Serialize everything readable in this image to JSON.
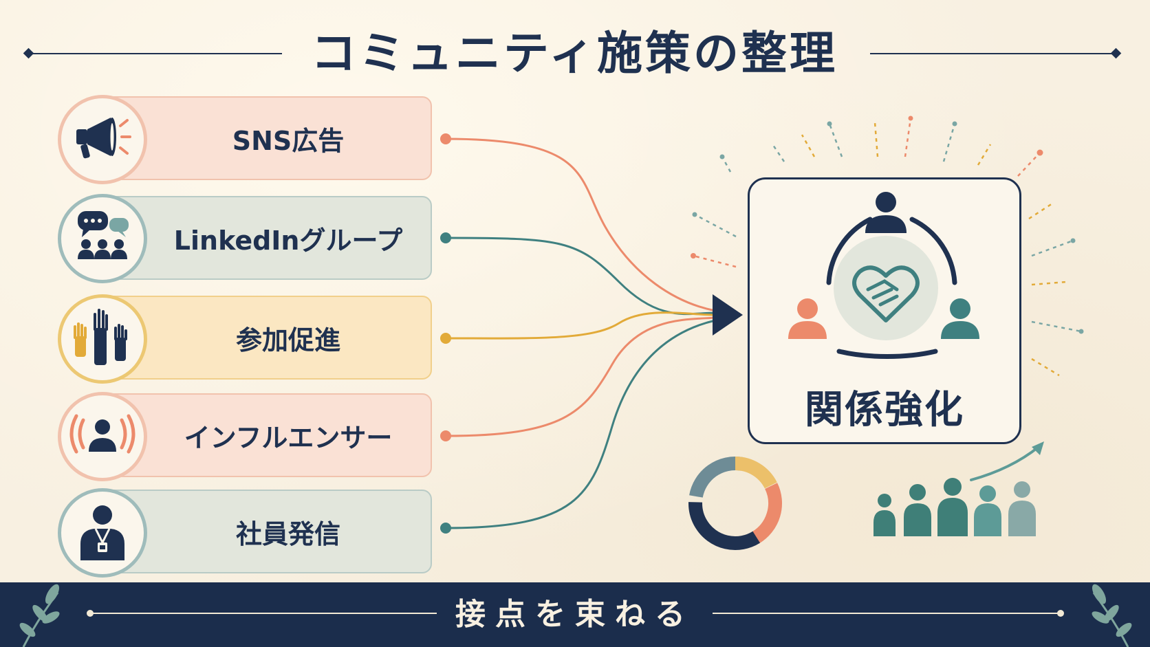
{
  "title": "コミュニティ施策の整理",
  "channels": [
    {
      "label": "SNS広告",
      "icon": "megaphone-icon",
      "color": "#ec8a6b",
      "bg": "#fae1d5"
    },
    {
      "label": "LinkedInグループ",
      "icon": "chat-group-icon",
      "color": "#3f8080",
      "bg": "#e2e6dc"
    },
    {
      "label": "参加促進",
      "icon": "raised-hands-icon",
      "color": "#e2aa38",
      "bg": "#fbe7c2"
    },
    {
      "label": "インフルエンサー",
      "icon": "broadcast-person-icon",
      "color": "#ec8a6b",
      "bg": "#fae1d5"
    },
    {
      "label": "社員発信",
      "icon": "employee-badge-icon",
      "color": "#3f8080",
      "bg": "#e2e6dc"
    }
  ],
  "hub": {
    "label": "関係強化",
    "icon": "handshake-heart-icon"
  },
  "footer": {
    "text": "接点を束ねる"
  },
  "colors": {
    "navy": "#1f3150",
    "coral": "#ec8a6b",
    "teal": "#3f8080",
    "gold": "#e2aa38"
  }
}
